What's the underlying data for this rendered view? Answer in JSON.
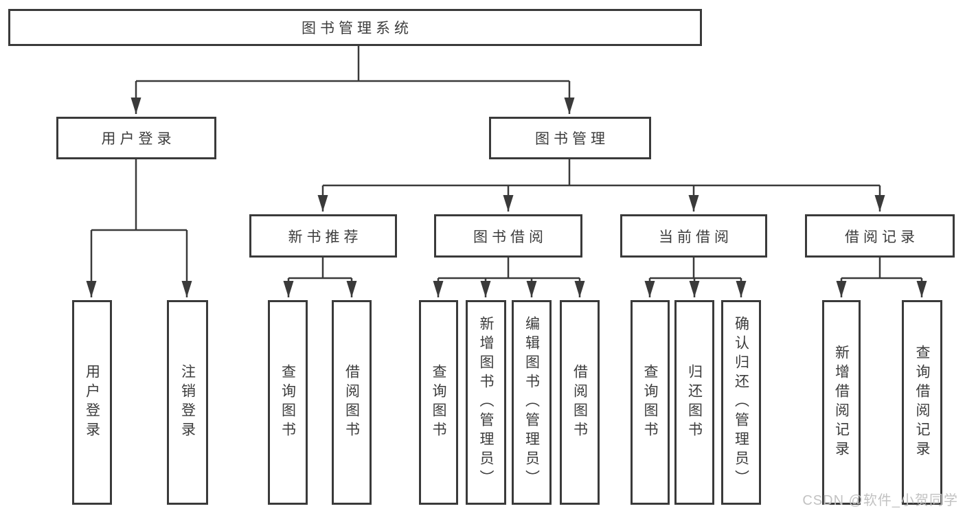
{
  "diagram": {
    "type": "hierarchy-tree",
    "line_color": "#3a3a3a",
    "box_background": "#ffffff",
    "text_color": "#3c3c3c",
    "tree": {
      "label": "图书管理系统",
      "children": [
        {
          "label": "用户登录",
          "children": [
            {
              "label": "用户登录"
            },
            {
              "label": "注销登录"
            }
          ]
        },
        {
          "label": "图书管理",
          "children": [
            {
              "label": "新书推荐",
              "children": [
                {
                  "label": "查询图书"
                },
                {
                  "label": "借阅图书"
                }
              ]
            },
            {
              "label": "图书借阅",
              "children": [
                {
                  "label": "查询图书"
                },
                {
                  "label": "新增图书（管理员）"
                },
                {
                  "label": "编辑图书（管理员）"
                },
                {
                  "label": "借阅图书"
                }
              ]
            },
            {
              "label": "当前借阅",
              "children": [
                {
                  "label": "查询图书"
                },
                {
                  "label": "归还图书"
                },
                {
                  "label": "确认归还（管理员）"
                }
              ]
            },
            {
              "label": "借阅记录",
              "children": [
                {
                  "label": "新增借阅记录"
                },
                {
                  "label": "查询借阅记录"
                }
              ]
            }
          ]
        }
      ]
    }
  },
  "watermark": {
    "text": "CSDN @软件_小贺同学",
    "color": "#c2c2c2"
  }
}
